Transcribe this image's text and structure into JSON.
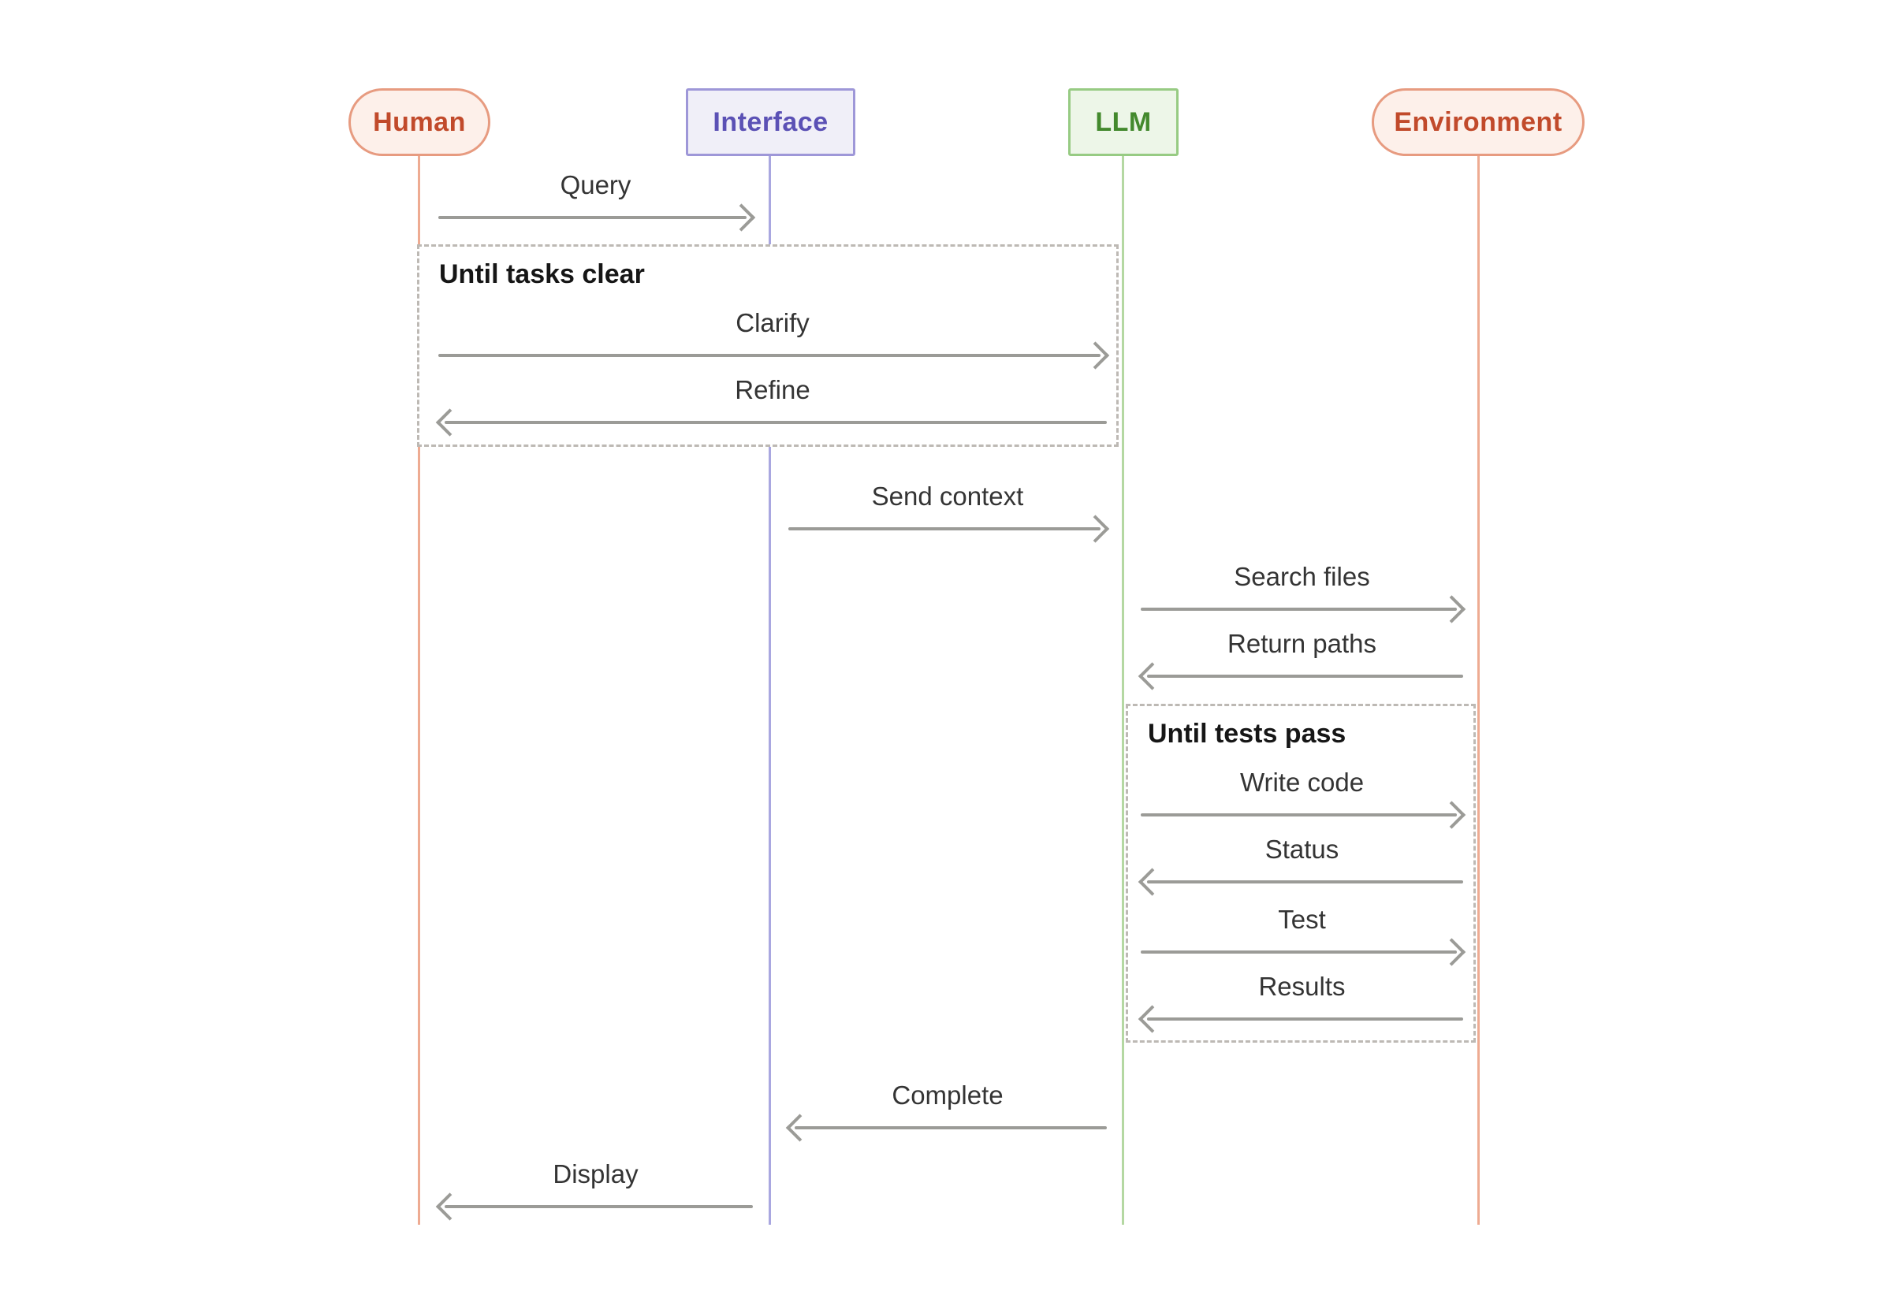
{
  "diagram_type": "sequence-diagram",
  "actors": [
    {
      "id": "human",
      "label": "Human",
      "shape": "pill",
      "fill": "#fdf0ea",
      "border": "#e79b80",
      "text_color": "#c14a2b",
      "lifeline_color": "#eeab92"
    },
    {
      "id": "interface",
      "label": "Interface",
      "shape": "rect",
      "fill": "#f0eff8",
      "border": "#9e97d8",
      "text_color": "#5b51b5",
      "lifeline_color": "#a9a7e0"
    },
    {
      "id": "llm",
      "label": "LLM",
      "shape": "rect",
      "fill": "#edf6e8",
      "border": "#97cb83",
      "text_color": "#43892d",
      "lifeline_color": "#b4d8a2"
    },
    {
      "id": "environment",
      "label": "Environment",
      "shape": "pill",
      "fill": "#fdf0ea",
      "border": "#e79b80",
      "text_color": "#c14a2b",
      "lifeline_color": "#eeab92"
    }
  ],
  "fragments": [
    {
      "label": "Until tasks clear",
      "spans": [
        "human",
        "llm"
      ]
    },
    {
      "label": "Until tests pass",
      "spans": [
        "llm",
        "environment"
      ]
    }
  ],
  "messages": [
    {
      "label": "Query",
      "from": "human",
      "to": "interface",
      "direction": "right"
    },
    {
      "label": "Clarify",
      "from": "human",
      "to": "llm",
      "direction": "right",
      "fragment": "Until tasks clear"
    },
    {
      "label": "Refine",
      "from": "llm",
      "to": "human",
      "direction": "left",
      "fragment": "Until tasks clear"
    },
    {
      "label": "Send context",
      "from": "interface",
      "to": "llm",
      "direction": "right"
    },
    {
      "label": "Search files",
      "from": "llm",
      "to": "environment",
      "direction": "right"
    },
    {
      "label": "Return paths",
      "from": "environment",
      "to": "llm",
      "direction": "left"
    },
    {
      "label": "Write code",
      "from": "llm",
      "to": "environment",
      "direction": "right",
      "fragment": "Until tests pass"
    },
    {
      "label": "Status",
      "from": "environment",
      "to": "llm",
      "direction": "left",
      "fragment": "Until tests pass"
    },
    {
      "label": "Test",
      "from": "llm",
      "to": "environment",
      "direction": "right",
      "fragment": "Until tests pass"
    },
    {
      "label": "Results",
      "from": "environment",
      "to": "llm",
      "direction": "left",
      "fragment": "Until tests pass"
    },
    {
      "label": "Complete",
      "from": "llm",
      "to": "interface",
      "direction": "left"
    },
    {
      "label": "Display",
      "from": "interface",
      "to": "human",
      "direction": "left"
    }
  ],
  "colors": {
    "background": "#ffffff",
    "arrow": "#9b9b97",
    "message_text": "#343434",
    "fragment_border": "#bdb9b4",
    "fragment_label_text": "#161616"
  }
}
